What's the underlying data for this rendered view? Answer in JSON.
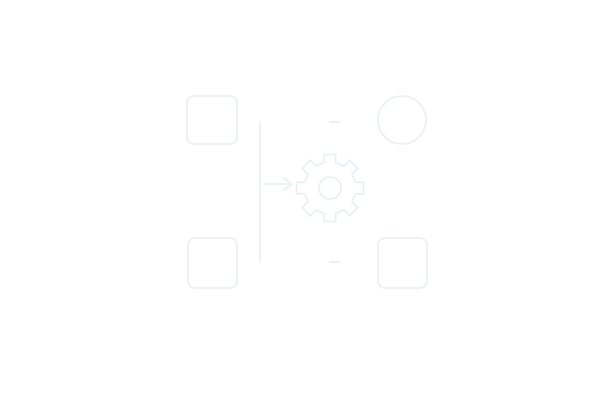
{
  "theme": {
    "background": "#ffffff",
    "stroke": "#e9eef2"
  },
  "icon": {
    "name": "process-automation-icon",
    "parts": [
      "top-left-square",
      "bottom-left-square",
      "top-right-circle",
      "bottom-right-square",
      "vertical-bracket-line",
      "arrow",
      "gear"
    ]
  }
}
